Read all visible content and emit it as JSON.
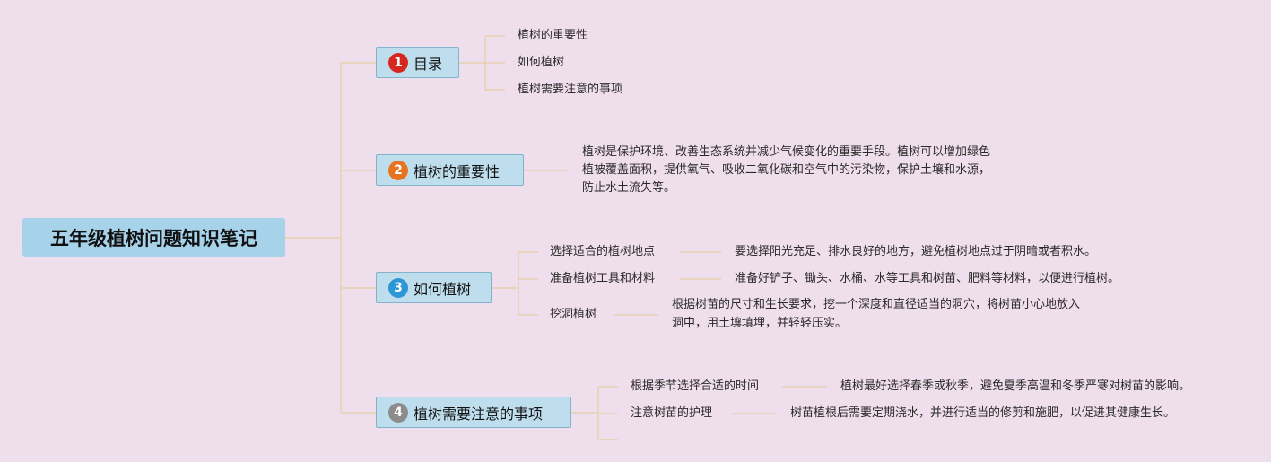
{
  "root": {
    "title": "五年级植树问题知识笔记"
  },
  "branches": [
    {
      "number": "1",
      "badge_color": "#d7261e",
      "label": "目录",
      "items": [
        "植树的重要性",
        "如何植树",
        "植树需要注意的事项"
      ]
    },
    {
      "number": "2",
      "badge_color": "#e8731f",
      "label": "植树的重要性",
      "description_lines": [
        "植树是保护环境、改善生态系统并减少气候变化的重要手段。植树可以增加绿色",
        "植被覆盖面积，提供氧气、吸收二氧化碳和空气中的污染物，保护土壤和水源，",
        "防止水土流失等。"
      ]
    },
    {
      "number": "3",
      "badge_color": "#2d96d6",
      "label": "如何植树",
      "subtopics": [
        {
          "label": "选择适合的植树地点",
          "detail_lines": [
            "要选择阳光充足、排水良好的地方，避免植树地点过于阴暗或者积水。"
          ]
        },
        {
          "label": "准备植树工具和材料",
          "detail_lines": [
            "准备好铲子、锄头、水桶、水等工具和树苗、肥料等材料，以便进行植树。"
          ]
        },
        {
          "label": "挖洞植树",
          "detail_lines": [
            "根据树苗的尺寸和生长要求，挖一个深度和直径适当的洞穴，将树苗小心地放入",
            "洞中，用土壤填埋，并轻轻压实。"
          ]
        }
      ]
    },
    {
      "number": "4",
      "badge_color": "#8c8c8c",
      "label": "植树需要注意的事项",
      "subtopics": [
        {
          "label": "根据季节选择合适的时间",
          "detail_lines": [
            "植树最好选择春季或秋季，避免夏季高温和冬季严寒对树苗的影响。"
          ]
        },
        {
          "label": "注意树苗的护理",
          "detail_lines": [
            "树苗植根后需要定期浇水，并进行适当的修剪和施肥，以促进其健康生长。"
          ]
        }
      ]
    }
  ],
  "colors": {
    "background": "#efdeeb",
    "root_fill": "#a7d3ea",
    "branch_fill": "#bfdeed",
    "branch_border": "#82b4cc",
    "connector": "#e6cfa6"
  }
}
